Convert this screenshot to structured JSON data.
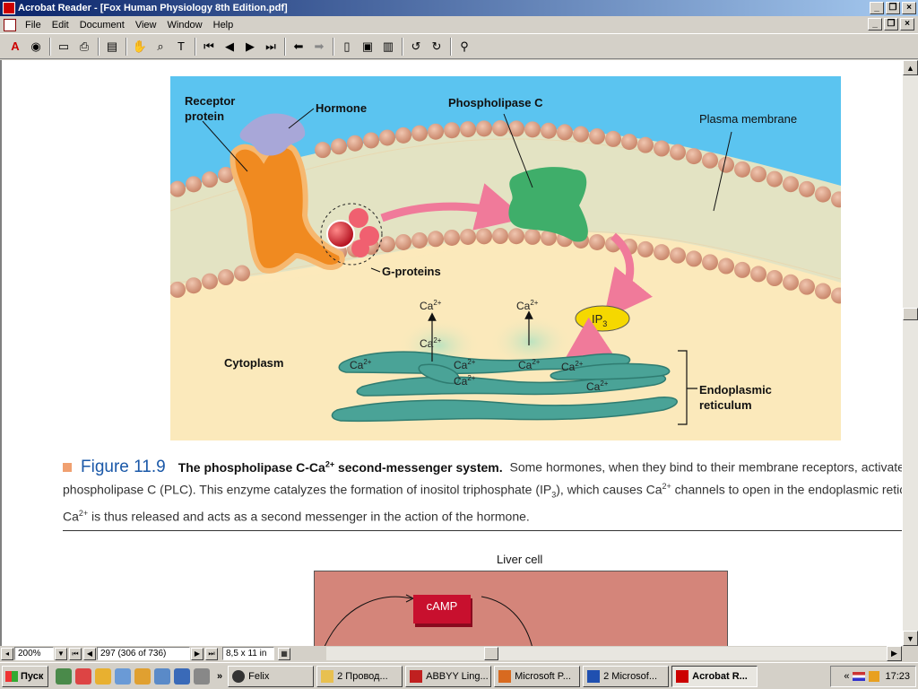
{
  "window": {
    "title": "Acrobat Reader - [Fox Human Physiology 8th Edition.pdf]"
  },
  "menu": [
    "File",
    "Edit",
    "Document",
    "View",
    "Window",
    "Help"
  ],
  "figure": {
    "labels": {
      "receptor": "Receptor protein",
      "hormone": "Hormone",
      "plc": "Phospholipase C",
      "membrane": "Plasma membrane",
      "gproteins": "G-proteins",
      "cytoplasm": "Cytoplasm",
      "ip3": "IP",
      "ip3_sub": "3",
      "ca": "Ca",
      "ca_sup": "2+",
      "er_line1": "Endoplasmic",
      "er_line2": "reticulum"
    },
    "colors": {
      "sky": "#5bc4f0",
      "cytoplasm": "#fbe9bb",
      "bead": "#dba186",
      "receptor": "#f08a20",
      "hormone": "#a8a7d8",
      "plc": "#3fae6a",
      "gprotein": "#e02b3a",
      "er": "#4aa397",
      "arrow": "#f07a9a",
      "ip3": "#f5d800"
    }
  },
  "caption": {
    "fignum": "Figure 11.9",
    "title_a": "The phospholipase C-Ca",
    "title_sup": "2+",
    "title_b": " second-messenger system.",
    "line1_rest": " Some hormones, when they bind to their membrane receptors, activate",
    "line2_a": "phospholipase C (PLC). This enzyme catalyzes the formation of inositol triphosphate (IP",
    "line2_sub": "3",
    "line2_b": "), which causes Ca",
    "line2_sup": "2+",
    "line2_c": " channels to open in the endoplasmic retic",
    "line3_a": "Ca",
    "line3_sup": "2+",
    "line3_b": " is thus released and acts as a second messenger in the action of the hormone."
  },
  "fig2": {
    "title": "Liver cell",
    "camp": "cAMP"
  },
  "status": {
    "zoom": "200%",
    "page": "297 (306 of 736)",
    "pagesize": "8,5 x 11 in"
  },
  "taskbar": {
    "start": "Пуск",
    "tasks": [
      "Felix",
      "2 Провод...",
      "ABBYY Ling...",
      "Microsoft P...",
      "2 Microsof...",
      "Acrobat R..."
    ],
    "clock": "17:23"
  }
}
